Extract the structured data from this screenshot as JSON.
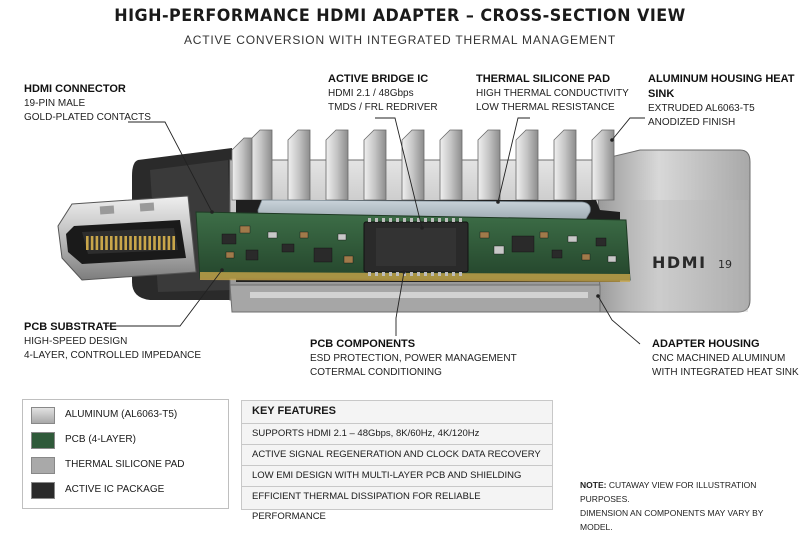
{
  "title": "HIGH-PERFORMANCE HDMI ADAPTER – CROSS-SECTION VIEW",
  "subtitle": "ACTIVE CONVERSION WITH INTEGRATED THERMAL MANAGEMENT",
  "callouts": {
    "hdmi_connector": {
      "heading": "HDMI CONNECTOR",
      "line1": "19-PIN MALE",
      "line2": "GOLD-PLATED CONTACTS"
    },
    "active_bridge": {
      "heading": "ACTIVE BRIDGE IC",
      "line1": "HDMI 2.1 / 48Gbps",
      "line2": "TMDS / FRL REDRIVER"
    },
    "thermal_pad": {
      "heading": "THERMAL SILICONE PAD",
      "line1": "HIGH THERMAL CONDUCTIVITY",
      "line2": "LOW THERMAL RESISTANCE"
    },
    "heat_sink": {
      "heading": "ALUMINUM HOUSING HEAT SINK",
      "line1": "EXTRUDED AL6063-T5",
      "line2": "ANODIZED FINISH"
    },
    "pcb_substrate": {
      "heading": "PCB SUBSTRATE",
      "line1": "HIGH-SPEED DESIGN",
      "line2": "4-LAYER, CONTROLLED IMPEDANCE"
    },
    "pcb_components": {
      "heading": "PCB COMPONENTS",
      "line1": "ESD PROTECTION, POWER MANAGEMENT",
      "line2": "COTERMAL CONDITIONING"
    },
    "adapter_housing": {
      "heading": "ADAPTER HOUSING",
      "line1": "CNC MACHINED ALUMINUM",
      "line2": "WITH INTEGRATED HEAT SINK"
    }
  },
  "housing_logo": "HDMI",
  "housing_number": "19",
  "legend": [
    {
      "label": "ALUMINUM (AL6063-T5)",
      "color": "#b9b9b9"
    },
    {
      "label": "PCB (4-LAYER)",
      "color": "#2f5a3a"
    },
    {
      "label": "THERMAL SILICONE PAD",
      "color": "#a9a9a9"
    },
    {
      "label": "ACTIVE IC PACKAGE",
      "color": "#2a2a2a"
    }
  ],
  "features": {
    "heading": "KEY FEATURES",
    "items": [
      "SUPPORTS HDMI 2.1 – 48Gbps, 8K/60Hz, 4K/120Hz",
      "ACTIVE SIGNAL REGENERATION AND CLOCK DATA RECOVERY",
      "LOW EMI DESIGN WITH MULTI-LAYER PCB AND SHIELDING",
      "EFFICIENT THERMAL DISSIPATION FOR RELIABLE PERFORMANCE"
    ]
  },
  "note": {
    "label": "NOTE:",
    "text": "CUTAWAY VIEW FOR ILLUSTRATION PURPOSES.",
    "text2": "DIMENSION AN COMPONENTS MAY VARY BY MODEL."
  },
  "colors": {
    "aluminum": "#b9b9b9",
    "pcb": "#2f5a3a",
    "thermal_pad": "#a9b4bc",
    "ic": "#2a2a2a",
    "gold": "#c9a64a"
  }
}
